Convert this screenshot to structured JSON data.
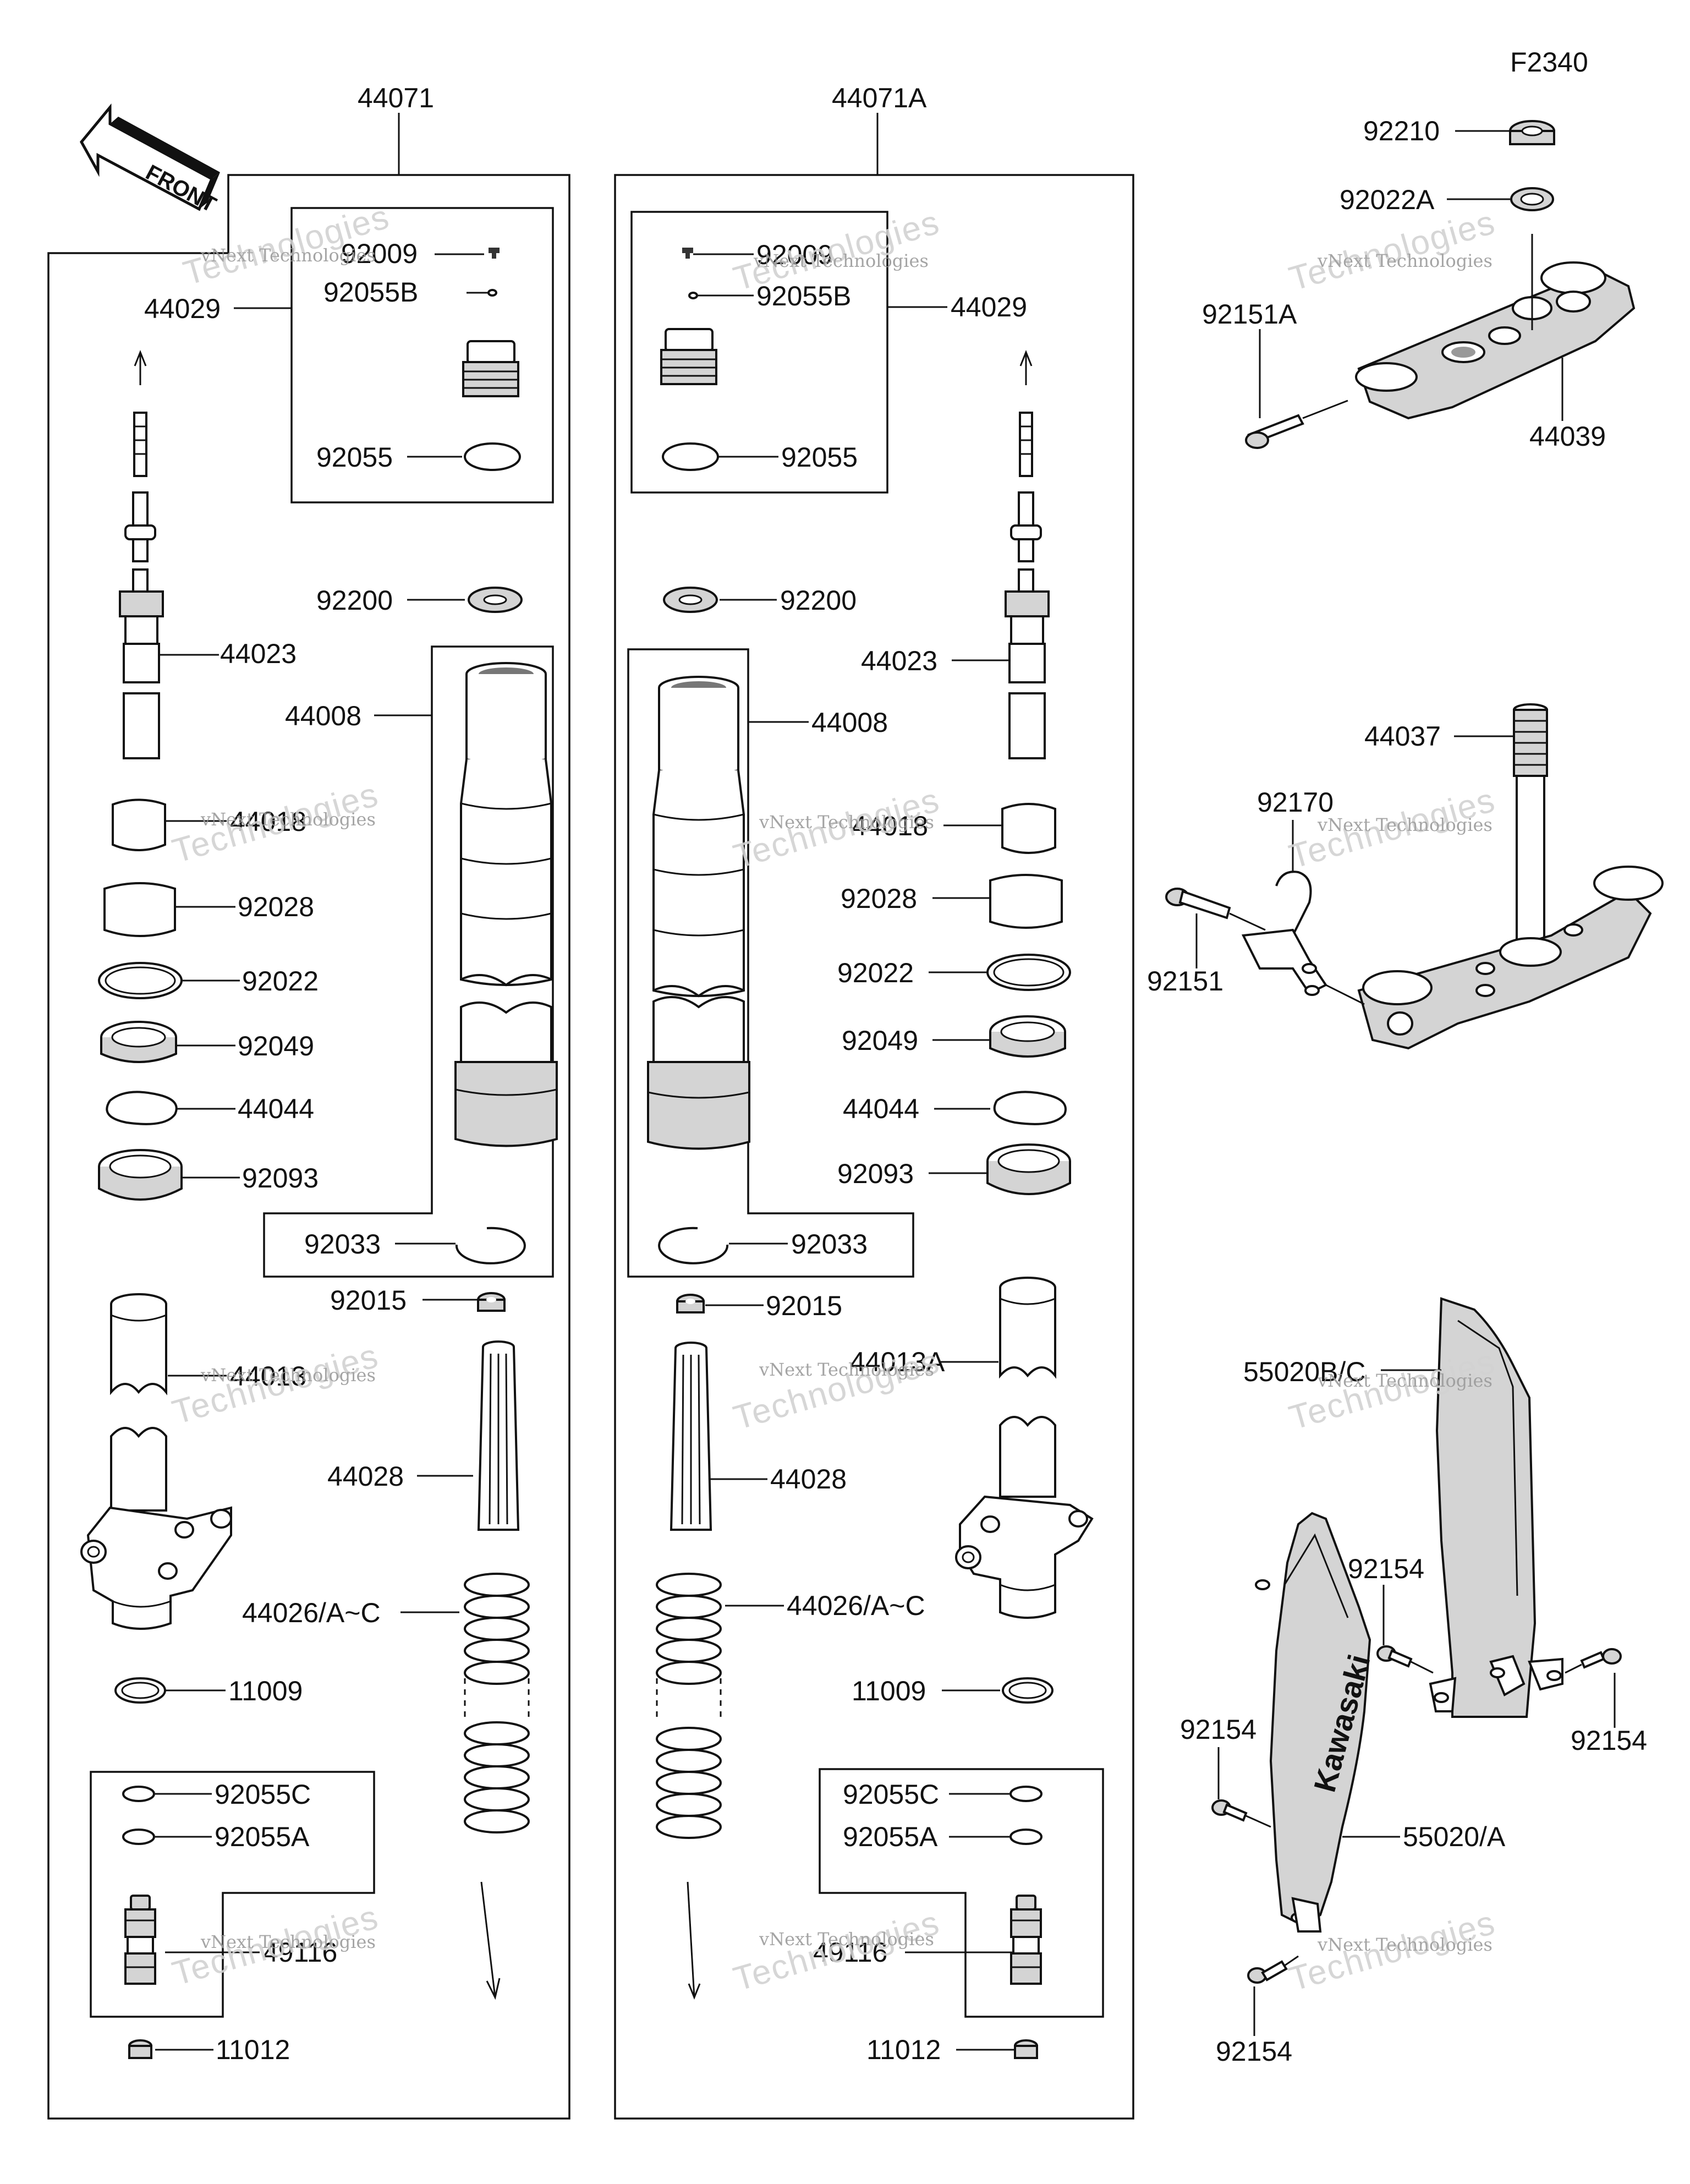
{
  "diagram_code": "F2340",
  "front_marker": "FRONT",
  "assemblies": {
    "left": "44071",
    "right": "44071A"
  },
  "left_labels": {
    "cap_assy": "44029",
    "screw": "92009",
    "oring_small": "92055B",
    "oring_cap": "92055",
    "washer": "92200",
    "cartridge_rod": "44023",
    "inner_tube": "44008",
    "bushing_upper": "44018",
    "bushing_lower": "92028",
    "washer_seal": "92022",
    "oil_seal": "92049",
    "snap_ring": "44044",
    "dust_seal": "92093",
    "circlip": "92033",
    "nut": "92015",
    "outer_tube": "44013",
    "cylinder": "44028",
    "spring": "44026/A~C",
    "gasket": "11009",
    "oring_c": "92055C",
    "oring_a": "92055A",
    "valve": "49116",
    "cap_bottom": "11012"
  },
  "right_labels": {
    "cap_assy": "44029",
    "screw": "92009",
    "oring_small": "92055B",
    "oring_cap": "92055",
    "washer": "92200",
    "cartridge_rod": "44023",
    "inner_tube": "44008",
    "bushing_upper": "44018",
    "bushing_lower": "92028",
    "washer_seal": "92022",
    "oil_seal": "92049",
    "snap_ring": "44044",
    "dust_seal": "92093",
    "circlip": "92033",
    "nut": "92015",
    "outer_tube": "44013A",
    "cylinder": "44028",
    "spring": "44026/A~C",
    "gasket": "11009",
    "oring_c": "92055C",
    "oring_a": "92055A",
    "valve": "49116",
    "cap_bottom": "11012"
  },
  "side_labels": {
    "stem_nut": "92210",
    "stem_washer": "92022A",
    "upper_bolt": "92151A",
    "upper_bracket": "44039",
    "steering_stem": "44037",
    "cable_guide": "92170",
    "lower_bolt": "92151",
    "guard_right": "55020B/C",
    "guard_left": "55020/A",
    "guard_bolt_1": "92154",
    "guard_bolt_2": "92154",
    "guard_bolt_3": "92154",
    "guard_bolt_4": "92154"
  },
  "guard_brand": "Kawasaki",
  "watermark": {
    "line1": "vNext Technologies",
    "line2": "Technologies"
  }
}
